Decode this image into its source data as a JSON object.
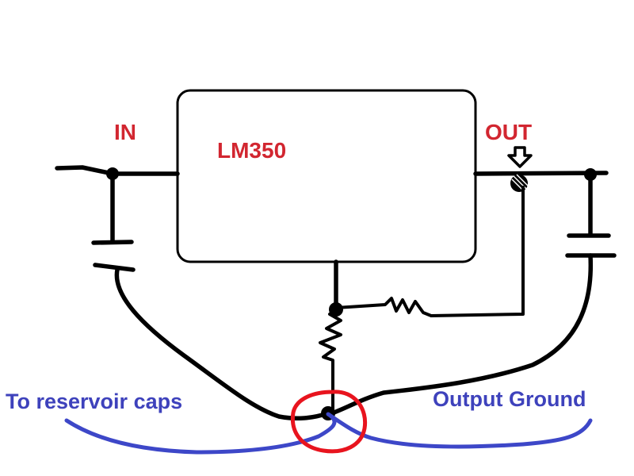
{
  "diagram": {
    "chip_label": "LM350",
    "in_label": "IN",
    "out_label": "OUT",
    "left_note": "To reservoir caps",
    "right_note": "Output Ground"
  },
  "colors": {
    "ink": "#000000",
    "red_text": "#d22630",
    "blue_text": "#3e42bc",
    "red_circle": "#e8141e",
    "blue_line": "#3d47c8"
  }
}
